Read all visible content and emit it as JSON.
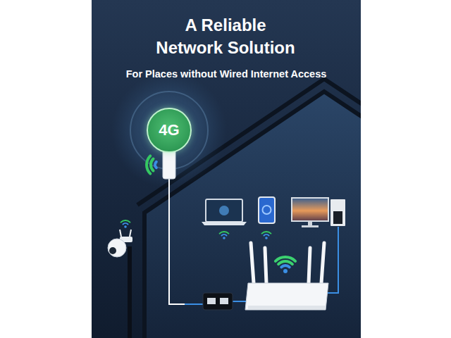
{
  "diagram": {
    "title": "A Reliable Network Solution",
    "nodes": [
      {
        "text": [
          "4G"
        ]
      }
    ],
    "labels": [
      "For Places without Wired Internet Access"
    ]
  }
}
